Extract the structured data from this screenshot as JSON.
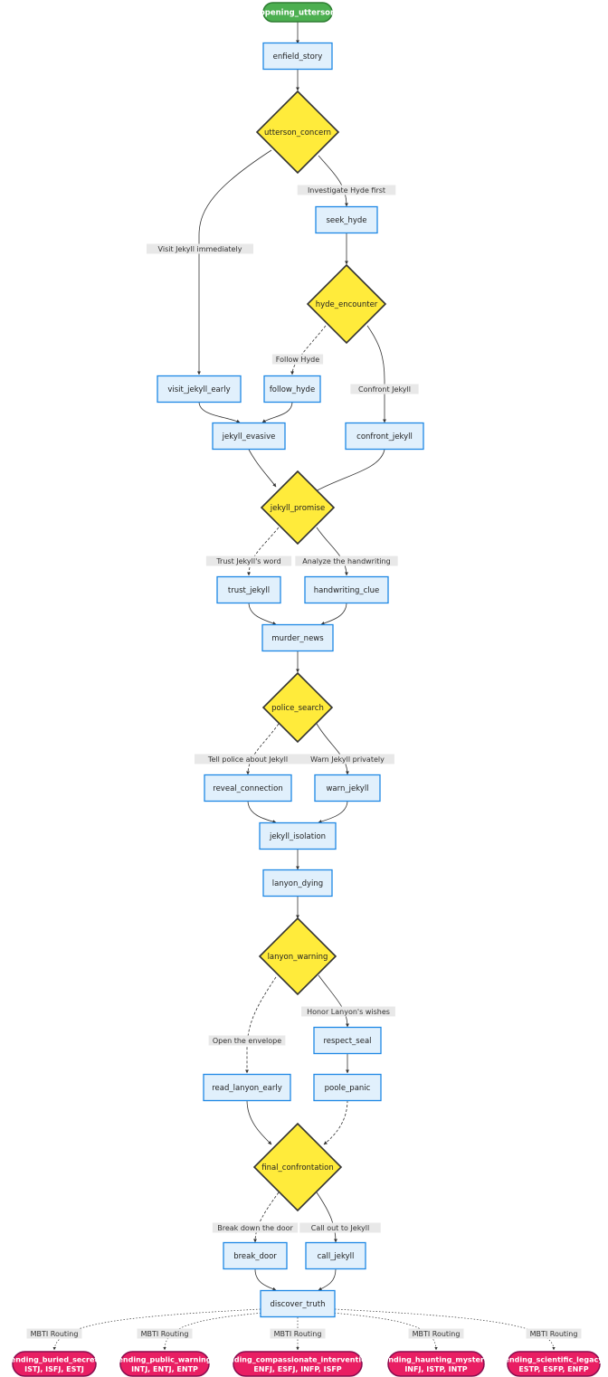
{
  "colors": {
    "process_fill": "#e1f0fc",
    "process_stroke": "#1e88e5",
    "decision_fill": "#ffeb3b",
    "decision_stroke": "#333333",
    "start_fill": "#4caf50",
    "start_stroke": "#2e7d32",
    "end_fill": "#e91e63",
    "end_stroke": "#880e4f",
    "edge_color": "#333333",
    "label_bg": "#e8e8e8"
  },
  "nodes": {
    "opening_utterson": "opening_utterson",
    "enfield_story": "enfield_story",
    "utterson_concern": "utterson_concern",
    "seek_hyde": "seek_hyde",
    "hyde_encounter": "hyde_encounter",
    "visit_jekyll_early": "visit_jekyll_early",
    "follow_hyde": "follow_hyde",
    "jekyll_evasive": "jekyll_evasive",
    "confront_jekyll": "confront_jekyll",
    "jekyll_promise": "jekyll_promise",
    "trust_jekyll": "trust_jekyll",
    "handwriting_clue": "handwriting_clue",
    "murder_news": "murder_news",
    "police_search": "police_search",
    "reveal_connection": "reveal_connection",
    "warn_jekyll": "warn_jekyll",
    "jekyll_isolation": "jekyll_isolation",
    "lanyon_dying": "lanyon_dying",
    "lanyon_warning": "lanyon_warning",
    "respect_seal": "respect_seal",
    "read_lanyon_early": "read_lanyon_early",
    "poole_panic": "poole_panic",
    "final_confrontation": "final_confrontation",
    "break_door": "break_door",
    "call_jekyll": "call_jekyll",
    "discover_truth": "discover_truth"
  },
  "endings": [
    {
      "name": "ending_buried_secret",
      "types": "ISTJ, ISFJ, ESTJ"
    },
    {
      "name": "ending_public_warning",
      "types": "INTJ, ENTJ, ENTP"
    },
    {
      "name": "ending_compassionate_intervention",
      "types": "ENFJ, ESFJ, INFP, ISFP"
    },
    {
      "name": "ending_haunting_mystery",
      "types": "INFJ, ISTP, INTP"
    },
    {
      "name": "ending_scientific_legacy",
      "types": "ESTP, ESFP, ENFP"
    }
  ],
  "edge_labels": {
    "investigate_hyde_first": "Investigate Hyde first",
    "visit_jekyll_immediately": "Visit Jekyll immediately",
    "follow_hyde": "Follow Hyde",
    "confront_jekyll": "Confront Jekyll",
    "trust_jekylls_word": "Trust Jekyll's word",
    "analyze_handwriting": "Analyze the handwriting",
    "tell_police": "Tell police about Jekyll",
    "warn_privately": "Warn Jekyll privately",
    "honor_wishes": "Honor Lanyon's wishes",
    "open_envelope": "Open the envelope",
    "break_down_door": "Break down the door",
    "call_out": "Call out to Jekyll",
    "mbti_routing": "MBTI Routing"
  }
}
